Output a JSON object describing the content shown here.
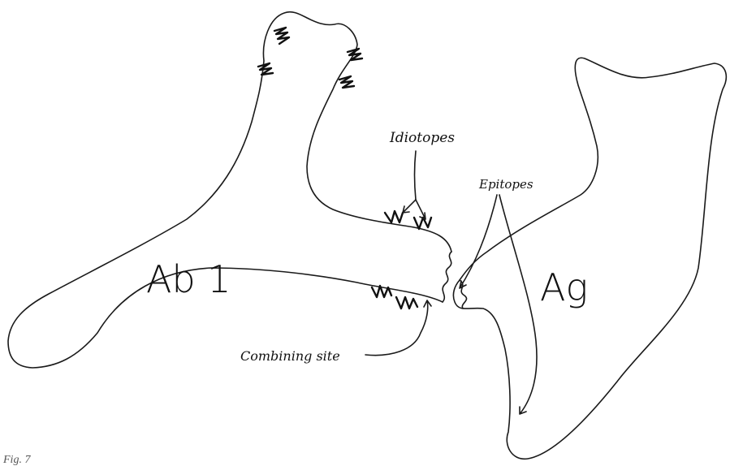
{
  "labels": {
    "antibody": "Ab 1",
    "antigen": "Ag",
    "idiotopes": "Idiotopes",
    "epitopes": "Epitopes",
    "combining_site": "Combining site"
  },
  "caption": "Fig. 7"
}
